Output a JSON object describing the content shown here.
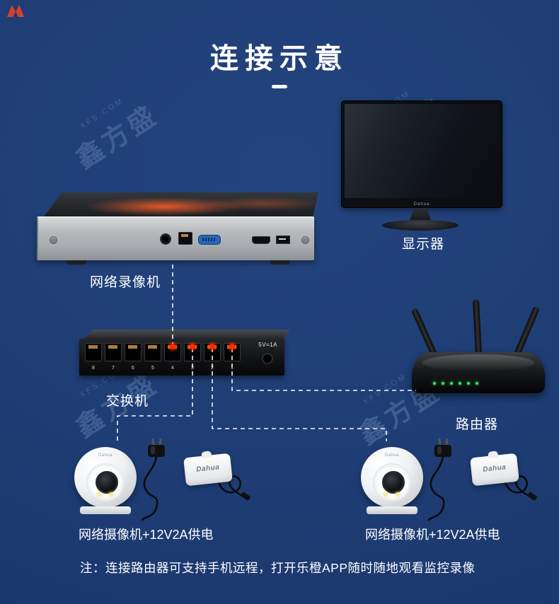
{
  "page": {
    "title": "连接示意",
    "note": "注：连接路由器可支持手机远程，打开乐橙APP随时随地观看监控录像"
  },
  "watermark": {
    "domain": "XFS.COM",
    "brand": "鑫方盛"
  },
  "devices": {
    "monitor": {
      "label": "显示器",
      "brand": "Dahua"
    },
    "nvr": {
      "label": "网络录像机"
    },
    "switch": {
      "label": "交换机",
      "power_text": "5V=1A",
      "port_numbers": [
        "8",
        "7",
        "6",
        "5",
        "4",
        "3",
        "2",
        "1"
      ]
    },
    "router": {
      "label": "路由器"
    },
    "camera_left": {
      "label": "网络摄像机+12V2A供电",
      "camera_brand": "Dahua",
      "adapter_brand": "Dahua"
    },
    "camera_right": {
      "label": "网络摄像机+12V2A供电",
      "camera_brand": "Dahua",
      "adapter_brand": "Dahua"
    }
  },
  "colors": {
    "background": "#1e3d74",
    "accent_red": "#ff2a00",
    "line": "#ffffff"
  }
}
